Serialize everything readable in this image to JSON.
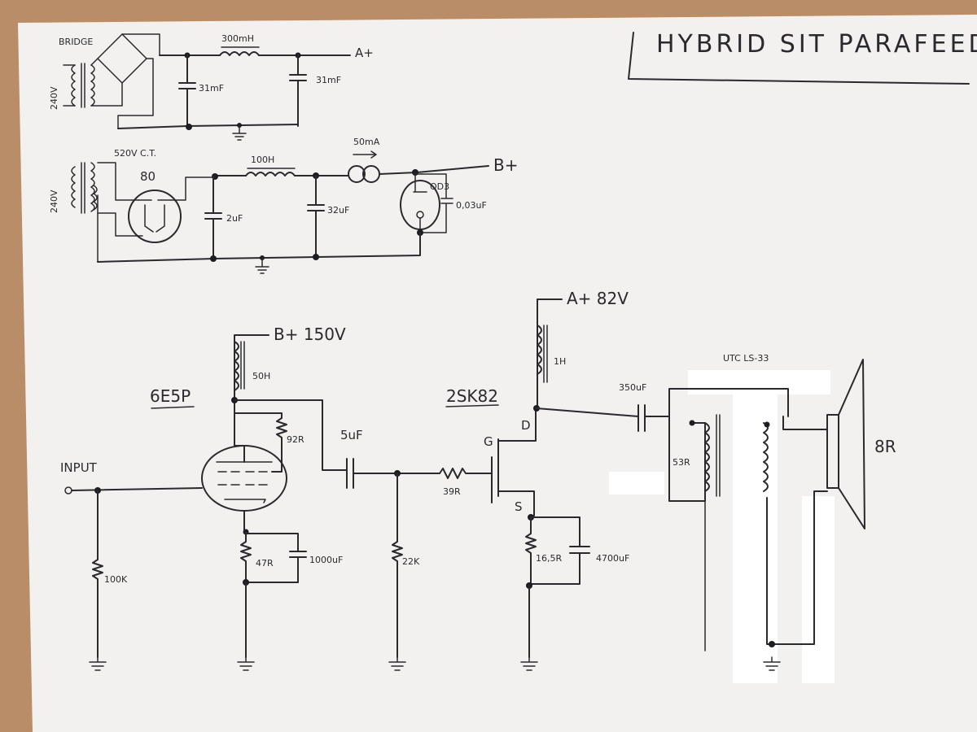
{
  "title": "HYBRID SIT PARAFEED",
  "psu_a": {
    "bridge": "BRIDGE",
    "transformer": "240V",
    "choke": "300mH",
    "cap1": "31mF",
    "cap2": "31mF",
    "rail": "A+"
  },
  "psu_b": {
    "transformer": "240V",
    "secondary": "520V C.T.",
    "rectifier": "80",
    "cap1": "2uF",
    "choke": "100H",
    "ccs": "50mA",
    "cap2": "32uF",
    "regulator": "OD3",
    "cap3": "0,03uF",
    "rail": "B+"
  },
  "amp": {
    "input": "INPUT",
    "r_grid": "100K",
    "tube": "6E5P",
    "b_rail": "B+ 150V",
    "plate_choke": "50H",
    "r_screen": "92R",
    "r_cathode": "47R",
    "c_cathode": "1000uF",
    "c_coupling": "5uF",
    "r_gate_leak": "22K",
    "r_gate": "39R",
    "fet": "2SK82",
    "gate": "G",
    "drain": "D",
    "source": "S",
    "a_rail": "A+ 82V",
    "drain_choke": "1H",
    "r_source": "16,5R",
    "c_source": "4700uF",
    "c_output": "350uF",
    "out_trans": "UTC LS-33",
    "r_primary": "53R",
    "speaker": "8R"
  }
}
